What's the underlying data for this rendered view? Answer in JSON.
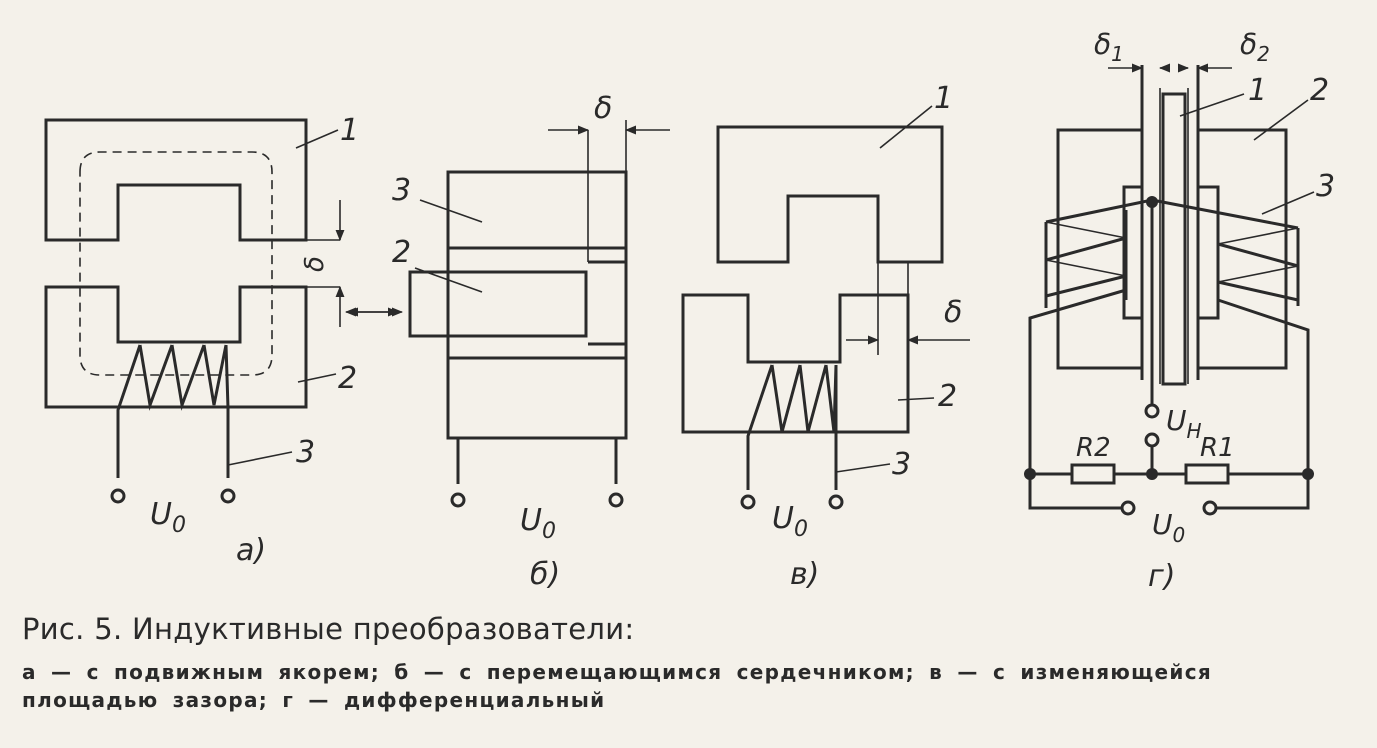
{
  "labels": {
    "n1": "1",
    "n2": "2",
    "n3": "3",
    "delta": "δ",
    "delta1": "δ",
    "sub1": "1",
    "delta2": "δ",
    "sub2": "2",
    "u0_main": "U",
    "u0_sub": "0",
    "uh_main": "U",
    "uh_sub": "H",
    "r1": "R1",
    "r2": "R2"
  },
  "sublabels": {
    "a": "а)",
    "b": "б)",
    "v": "в)",
    "g": "г)"
  },
  "caption": {
    "title": "Рис. 5. Индуктивные преобразователи:",
    "line1": "а — с подвижным якорем; б — с перемещающимся сердечником; в — с изменяющейся",
    "line2": "площадью зазора; г — дифференциальный"
  },
  "colors": {
    "ink": "#2a2a2a",
    "paper": "#f4f1ea"
  }
}
